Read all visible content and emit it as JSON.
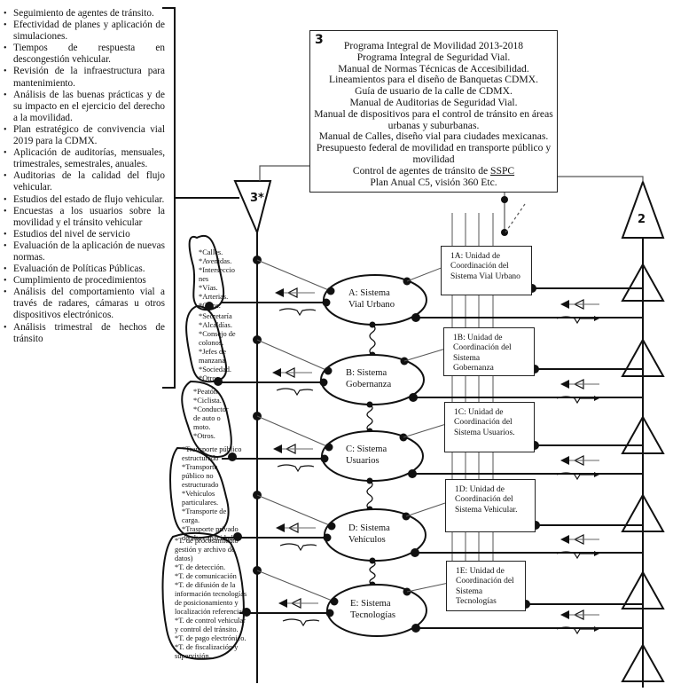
{
  "left_list": {
    "items": [
      "Seguimiento de agentes de tránsito.",
      "Efectividad de planes y aplicación de simulaciones.",
      "Tiempos de respuesta en descongestión vehicular.",
      "Revisión de la infraestructura para mantenimiento.",
      "Análisis de las buenas prácticas y de su impacto en el ejercicio del derecho a la movilidad.",
      "Plan estratégico de convivencia vial 2019 para la CDMX.",
      "Aplicación de auditorías, mensuales, trimestrales, semestrales, anuales.",
      "Auditorias de la calidad del flujo vehicular.",
      "Estudios del estado de flujo vehicular.",
      "Encuestas a los usuarios sobre la movilidad y el tránsito vehicular",
      "Estudios del nivel de servicio",
      "Evaluación de la aplicación de nuevas normas.",
      "Evaluación de Políticas Públicas.",
      "Cumplimiento de procedimientos",
      "Análisis del comportamiento vial a través de radares, cámaras u otros dispositivos electrónicos.",
      "Análisis trimestral de hechos de tránsito"
    ]
  },
  "box3": {
    "number": "3",
    "lines": [
      "Programa Integral de Movilidad 2013-2018",
      "Programa Integral de Seguridad Vial.",
      "Manual de Normas Técnicas de Accesibilidad.",
      "Lineamientos para el diseño de Banquetas CDMX.",
      "Guía de usuario de la calle de CDMX.",
      "Manual de Auditorias de Seguridad Vial.",
      "Manual de dispositivos para el control de tránsito en áreas",
      "urbanas y suburbanas.",
      "Manual de Calles, diseño vial para ciudades mexicanas.",
      "Presupuesto federal de movilidad en transporte público y",
      "movilidad"
    ],
    "control_prefix": "Control de agentes de tránsito de ",
    "control_underlined": "SSPC",
    "last_line": "Plan Anual C5, visión 360 Etc."
  },
  "triangles": {
    "left_label": "3*",
    "right_label": "2"
  },
  "systems": [
    {
      "line1": "A: Sistema",
      "line2": "Vial Urbano"
    },
    {
      "line1": "B: Sistema",
      "line2": "Gobernanza"
    },
    {
      "line1": "C: Sistema",
      "line2": "Usuarios"
    },
    {
      "line1": "D: Sistema",
      "line2": "Vehículos"
    },
    {
      "line1": "E: Sistema",
      "line2": "Tecnologías"
    }
  ],
  "units": [
    {
      "lines": [
        "1A: Unidad de",
        "Coordinación del",
        "Sistema Vial Urbano"
      ]
    },
    {
      "lines": [
        "1B: Unidad de",
        "Coordinación del",
        "Sistema",
        "Gobernanza"
      ]
    },
    {
      "lines": [
        "1C: Unidad de",
        "Coordinación del",
        "Sistema Usuarios."
      ]
    },
    {
      "lines": [
        "1D: Unidad de",
        "Coordinación del",
        "Sistema Vehicular."
      ]
    },
    {
      "lines": [
        "1E: Unidad de",
        "Coordinación del",
        "Sistema",
        "Tecnologías"
      ]
    }
  ],
  "notes": [
    {
      "lines": [
        "*Calles.",
        "*Avenidas.",
        "*Interseccio",
        "nes",
        "*Vías.",
        "*Arterias.",
        "*Otros."
      ]
    },
    {
      "lines": [
        "*Secretaría",
        "*Alcaldías.",
        "*Consejo de",
        "colonos.",
        "*Jefes de",
        "manzana.",
        "*Sociedad.",
        "*Otros."
      ]
    },
    {
      "lines": [
        "*Peatón.",
        "*Ciclista.",
        "*Conductor",
        "de auto o",
        "moto.",
        "*Otros."
      ]
    },
    {
      "lines": [
        "*Transporte público",
        "estructurado",
        "*Transporte",
        "público no",
        "estructurado",
        "*Vehículos",
        "particulares.",
        "*Transporte de",
        "carga.",
        "*Trasporte privado",
        "de alta capacidad."
      ]
    },
    {
      "lines": [
        "*T. de procesamiento",
        "gestión y archivo de",
        "datos)",
        "*T. de detección.",
        "*T. de comunicación",
        "*T. de difusión de la",
        "información tecnologías",
        "de posicionamiento y",
        "localización referencial",
        "*T. de control vehicular",
        "y control del tránsito.",
        "*T. de pago electrónico.",
        "*T. de fiscalización y",
        "supervisión."
      ]
    }
  ]
}
